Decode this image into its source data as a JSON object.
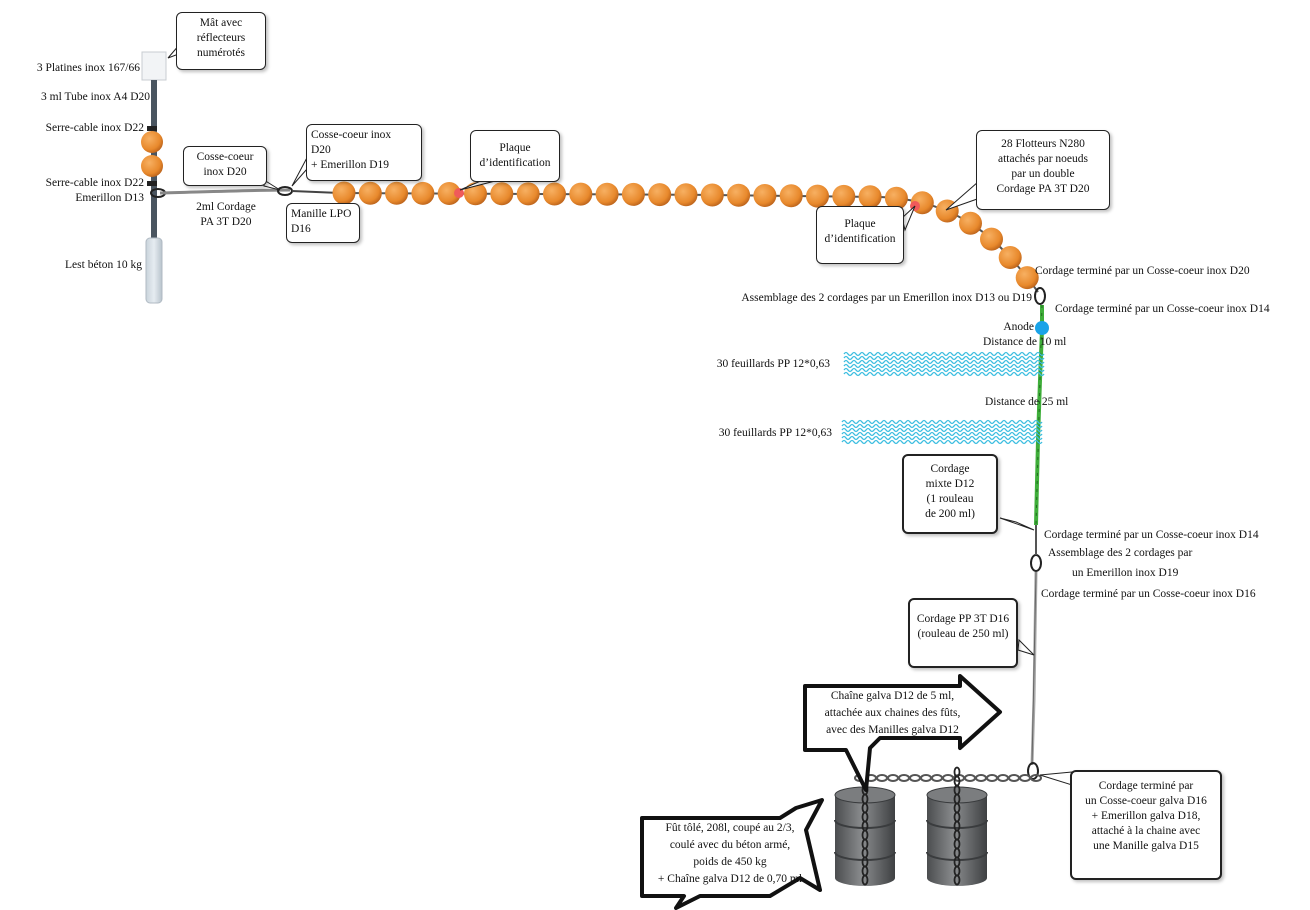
{
  "labels": {
    "platines": "3 Platines inox 167/66",
    "tube": "3 ml Tube inox A4 D20",
    "serre1": "Serre-cable inox D22",
    "serre2": "Serre-cable inox D22",
    "emerillon13": "Emerillon D13",
    "cordage2ml_1": "2ml Cordage",
    "cordage2ml_2": "PA 3T D20",
    "lest": "Lest béton 10 kg",
    "term_d20": "Cordage terminé par un Cosse-coeur inox D20",
    "assemblage1": "Assemblage des 2 cordages par un Emerillon inox D13 ou D19",
    "term_d14_a": "Cordage terminé par un Cosse-coeur inox D14",
    "anode": "Anode",
    "dist10": "Distance de 10 ml",
    "feuillards1": "30 feuillards PP 12*0,63",
    "dist25": "Distance de 25 ml",
    "feuillards2": "30 feuillards PP 12*0,63",
    "term_d14_b": "Cordage terminé par un Cosse-coeur inox D14",
    "assemblage2_1": "Assemblage des 2 cordages par",
    "assemblage2_2": "un Emerillon inox D19",
    "term_d16": "Cordage terminé par un Cosse-coeur inox D16"
  },
  "callouts": {
    "mat": [
      "Mât avec",
      "réflecteurs",
      "numérotés"
    ],
    "cosse_d20": [
      "Cosse-coeur",
      "inox D20"
    ],
    "cosse_emerillon": [
      "Cosse-coeur inox",
      "D20",
      "+ Emerillon D19"
    ],
    "manille": [
      "Manille LPO",
      "D16"
    ],
    "plaque1": [
      "Plaque",
      "d’identification"
    ],
    "plaque2": [
      "Plaque",
      "d’identification"
    ],
    "flotteurs": [
      "28 Flotteurs N280",
      "attachés par noeuds",
      "par un double",
      "Cordage PA 3T D20"
    ],
    "cordage_mixte": [
      "Cordage",
      "mixte D12",
      "(1 rouleau",
      "de 200 ml)"
    ],
    "cordage_pp": [
      "Cordage PP 3T D16",
      "(rouleau de 250 ml)"
    ],
    "chaine": [
      "Chaîne galva D12 de 5 ml,",
      "attachée aux chaines des fûts,",
      "avec des Manilles galva D12"
    ],
    "fut": [
      "Fût tôlé, 208l, coupé au 2/3,",
      "coulé avec du béton armé,",
      "poids de 450 kg",
      "+ Chaîne galva D12 de 0,70 ml"
    ],
    "term_galva": [
      "Cordage terminé par",
      "un Cosse-coeur galva D16",
      "+ Emerillon galva D18,",
      "attaché à la chaine avec",
      "une Manille galva  D15"
    ]
  },
  "colors": {
    "float": "#e8892c",
    "float_dark": "#b8601a",
    "plaque": "#f05a5a",
    "green_rope": "#3fae3a",
    "anode": "#1aa3e8",
    "water": "#3bbde0",
    "barrel": "#6d6f70",
    "tube": "#4a5560"
  },
  "icons": {
    "float": "orange-float-icon",
    "anode": "anode-icon",
    "barrel": "barrel-icon",
    "shackle": "shackle-icon"
  }
}
